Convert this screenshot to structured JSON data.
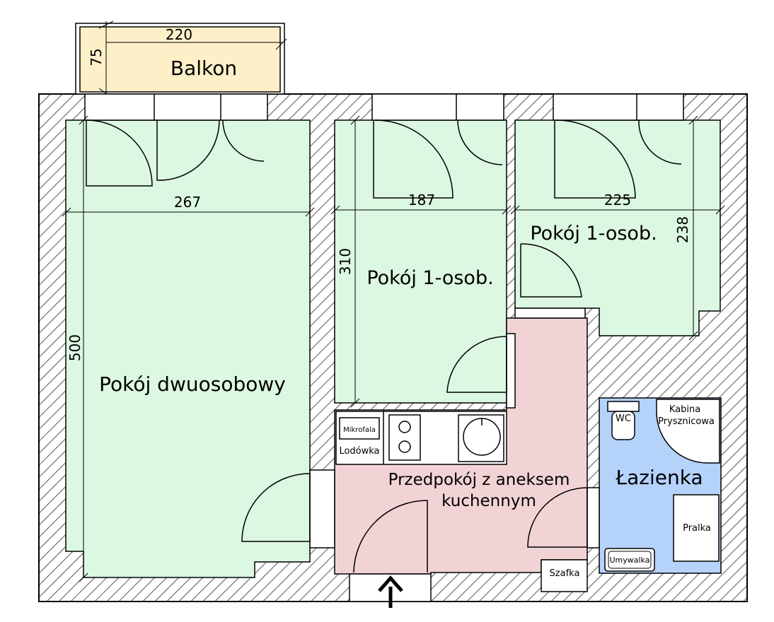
{
  "rooms": {
    "balcony": "Balkon",
    "double_room": "Pokój dwuosobowy",
    "single_room_middle": "Pokój 1-osob.",
    "single_room_right": "Pokój 1-osob.",
    "hallway_line1": "Przedpokój z aneksem",
    "hallway_line2": "kuchennym",
    "bathroom": "Łazienka"
  },
  "dimensions": {
    "balcony_width": "220",
    "balcony_depth": "75",
    "double_room_width": "267",
    "double_room_length": "500",
    "middle_room_width": "187",
    "middle_room_length": "310",
    "right_room_width": "225",
    "right_room_length": "238"
  },
  "fixtures": {
    "microwave": "Mikrofala",
    "fridge": "Lodówka",
    "wc": "WC",
    "shower_line1": "Kabina",
    "shower_line2": "Prysznicowa",
    "washer": "Pralka",
    "sink": "Umywalka",
    "cabinet": "Szafka"
  },
  "colors": {
    "room_green": "#dcf7e2",
    "hallway_pink": "#f2d3d5",
    "bathroom_blue": "#b5d2fb",
    "balcony_yellow": "#fdf0c8",
    "wall_hatch": "#555555"
  }
}
